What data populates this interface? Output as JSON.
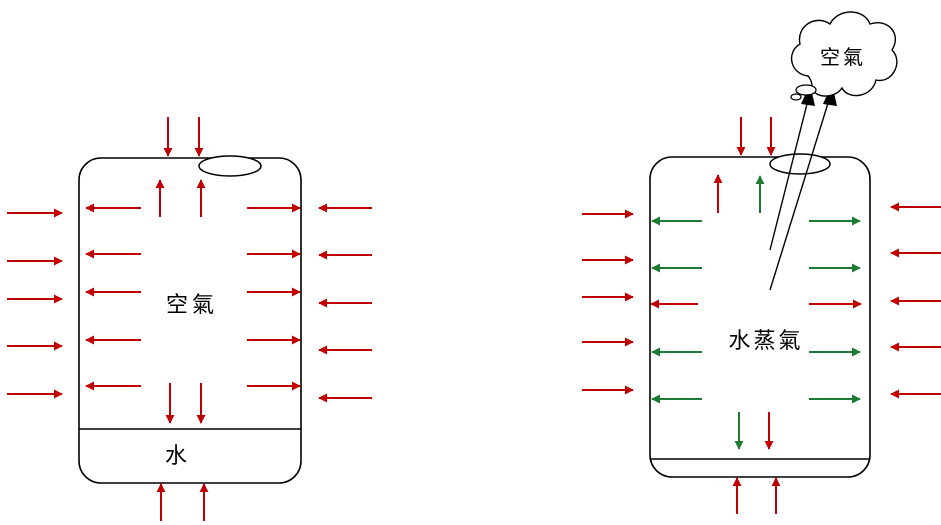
{
  "left_container": {
    "gas_label": "空氣",
    "liquid_label": "水"
  },
  "right_container": {
    "gas_label": "水蒸氣"
  },
  "escaping_cloud": {
    "label": "空氣"
  },
  "colors": {
    "outside_pressure": "#c00000",
    "air_pressure": "#c00000",
    "vapor_pressure": "#1e7b34",
    "outline": "#000000"
  }
}
